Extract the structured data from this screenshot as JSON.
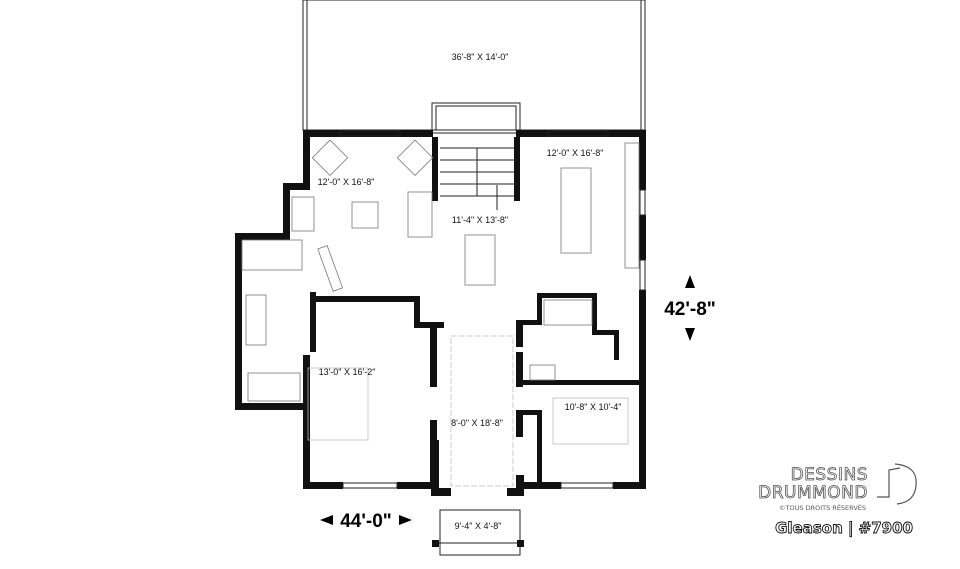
{
  "plan": {
    "rooms": {
      "deck": "36'-8\" X 14'-0\"",
      "living": "12'-0\" X 16'-8\"",
      "kitchen": "12'-0\" X 16'-8\"",
      "dining": "11'-4\" X 13'-8\"",
      "master_bedroom": "13'-0\" X 16'-2\"",
      "bedroom2": "10'-8\" X 10'-4\"",
      "hall": "8'-0\" X 18'-8\"",
      "porch": "9'-4\" X 4'-8\""
    },
    "dimensions": {
      "width": "44'-0\"",
      "depth": "42'-8\""
    }
  },
  "branding": {
    "logo_line1": "DESSINS",
    "logo_line2": "DRUMMOND",
    "copyright": "©TOUS DROITS RÉSERVÉS",
    "plan_name": "Gleason | #7900"
  }
}
